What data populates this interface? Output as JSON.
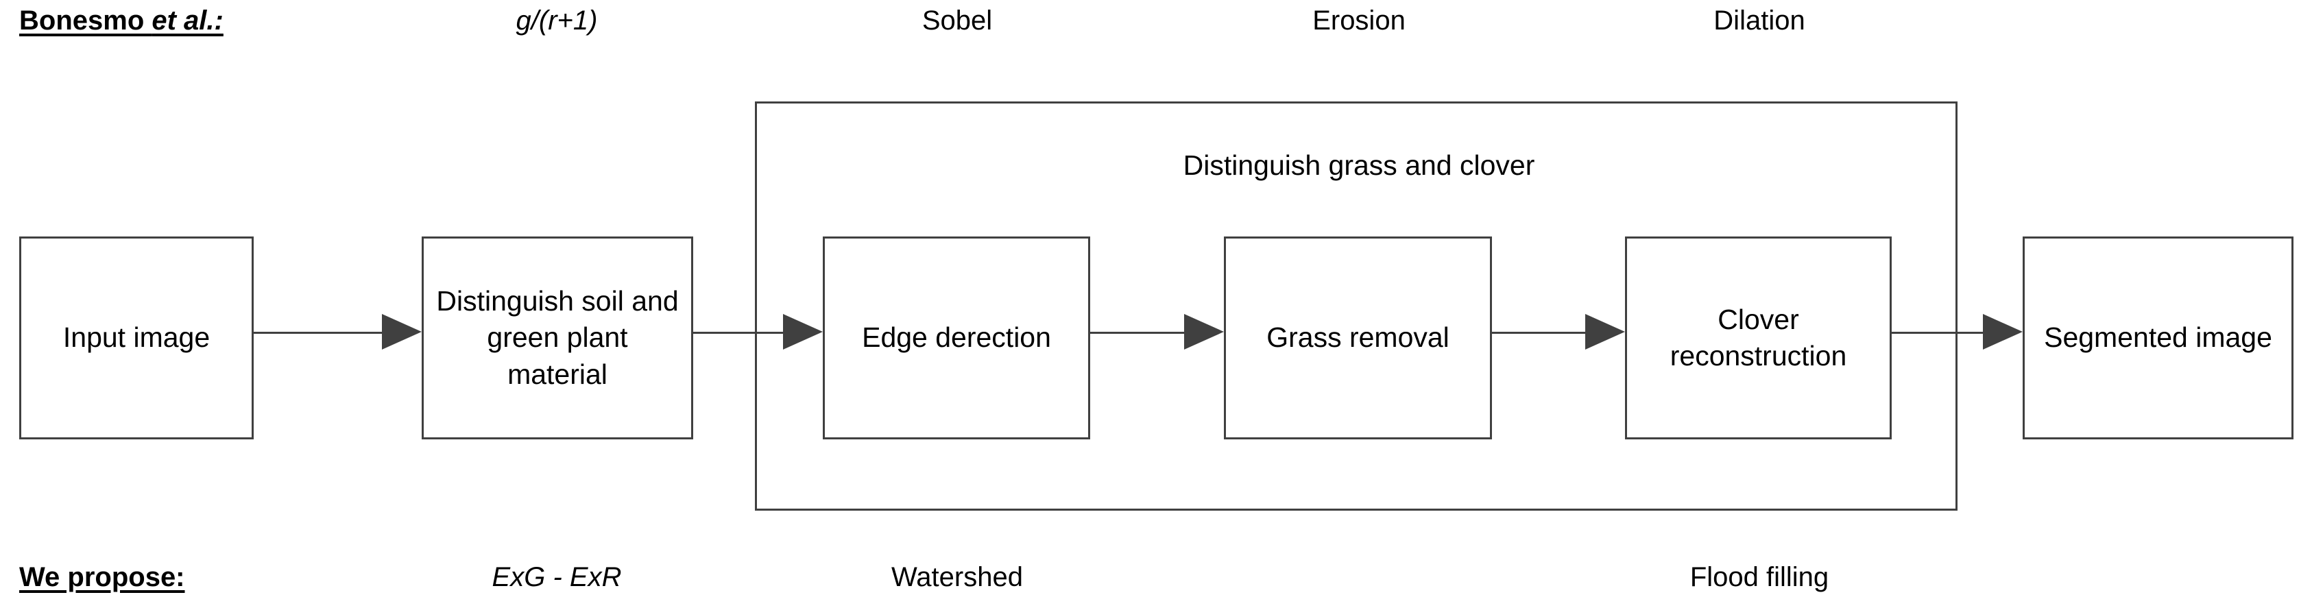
{
  "figure": {
    "type": "flowchart",
    "orientation": "left-to-right",
    "background_color": "#ffffff",
    "box_border_color": "#404040",
    "connector_color": "#404040",
    "text_color": "#000000"
  },
  "top_row": {
    "heading": {
      "plain": "Bonesmo ",
      "italic": "et al.:",
      "full": "Bonesmo et al.:"
    },
    "labels": [
      {
        "text": "g/(r+1)",
        "style": "italic"
      },
      {
        "text": "Sobel",
        "style": "normal"
      },
      {
        "text": "Erosion",
        "style": "normal"
      },
      {
        "text": "Dilation",
        "style": "normal"
      }
    ]
  },
  "bottom_row": {
    "heading": {
      "full": "We propose:"
    },
    "labels": [
      {
        "text": "ExG - ExR",
        "style": "italic"
      },
      {
        "text": "Watershed",
        "style": "normal"
      },
      {
        "text": "Flood filling",
        "style": "normal"
      }
    ]
  },
  "group": {
    "title": "Distinguish grass and clover"
  },
  "nodes": [
    {
      "id": "input-image",
      "label": "Input image"
    },
    {
      "id": "distinguish-soil",
      "label": "Distinguish soil and green plant material"
    },
    {
      "id": "edge-detection",
      "label": "Edge derection"
    },
    {
      "id": "grass-removal",
      "label": "Grass removal"
    },
    {
      "id": "clover-reconstruction",
      "label": "Clover reconstruction"
    },
    {
      "id": "segmented-image",
      "label": "Segmented image"
    }
  ]
}
